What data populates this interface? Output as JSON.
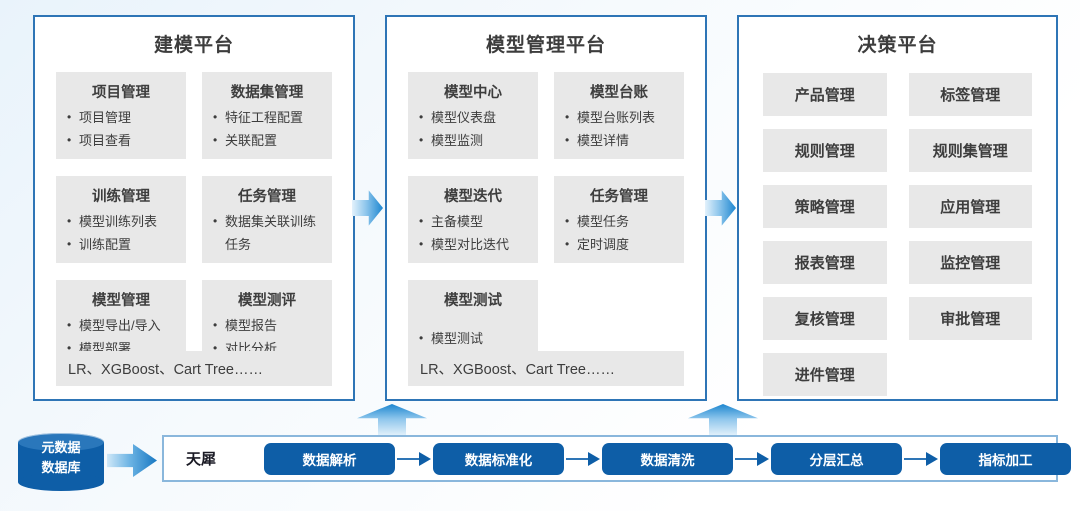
{
  "platforms": [
    {
      "title": "建模平台",
      "modules": [
        {
          "title": "项目管理",
          "items": [
            "项目管理",
            "项目查看"
          ]
        },
        {
          "title": "数据集管理",
          "items": [
            "特征工程配置",
            "关联配置"
          ]
        },
        {
          "title": "训练管理",
          "items": [
            "模型训练列表",
            "训练配置"
          ]
        },
        {
          "title": "任务管理",
          "items": [
            "数据集关联训练任务"
          ]
        },
        {
          "title": "模型管理",
          "items": [
            "模型导出/导入",
            "模型部署"
          ]
        },
        {
          "title": "模型测评",
          "items": [
            "模型报告",
            "对比分析"
          ]
        }
      ],
      "footer": "LR、XGBoost、Cart Tree……"
    },
    {
      "title": "模型管理平台",
      "modules": [
        {
          "title": "模型中心",
          "items": [
            "模型仪表盘",
            "模型监测"
          ]
        },
        {
          "title": "模型台账",
          "items": [
            "模型台账列表",
            "模型详情"
          ]
        },
        {
          "title": "模型迭代",
          "items": [
            "主备模型",
            "模型对比迭代"
          ]
        },
        {
          "title": "任务管理",
          "items": [
            "模型任务",
            "定时调度"
          ]
        },
        {
          "title": "模型测试",
          "items": [
            "模型测试"
          ]
        }
      ],
      "footer": "LR、XGBoost、Cart Tree……"
    },
    {
      "title": "决策平台",
      "tiles": [
        "产品管理",
        "标签管理",
        "规则管理",
        "规则集管理",
        "策略管理",
        "应用管理",
        "报表管理",
        "监控管理",
        "复核管理",
        "审批管理",
        "进件管理"
      ]
    }
  ],
  "pipeline": {
    "source_label_line1": "元数据",
    "source_label_line2": "数据库",
    "engine_label": "天犀",
    "steps": [
      "数据解析",
      "数据标准化",
      "数据清洗",
      "分层汇总",
      "指标加工"
    ]
  },
  "colors": {
    "accent_blue": "#0e5ea7",
    "panel_border": "#2e75b6",
    "bar_border": "#8ab7dc",
    "card_bg": "#e8e8e8",
    "text_dark": "#3d3d3d",
    "arrow_gradient_start": "#e3f2fc",
    "arrow_gradient_end": "#1d86d0"
  }
}
